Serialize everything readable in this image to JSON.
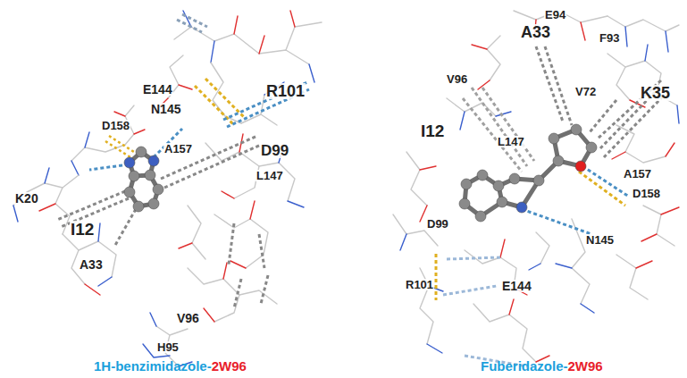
{
  "diagram": {
    "labels": [
      "E144",
      "N145",
      "R101",
      "D158",
      "A157",
      "D99",
      "L147",
      "K20",
      "I12",
      "A33",
      "V96",
      "H95",
      "E94",
      "A33",
      "F93",
      "V96",
      "V72",
      "K35",
      "I12",
      "L147",
      "A157",
      "D158",
      "D99",
      "N145",
      "R101",
      "E144",
      "1H-benzimidazole-",
      "2W96",
      "Fuberidazole-",
      "2W96"
    ]
  }
}
